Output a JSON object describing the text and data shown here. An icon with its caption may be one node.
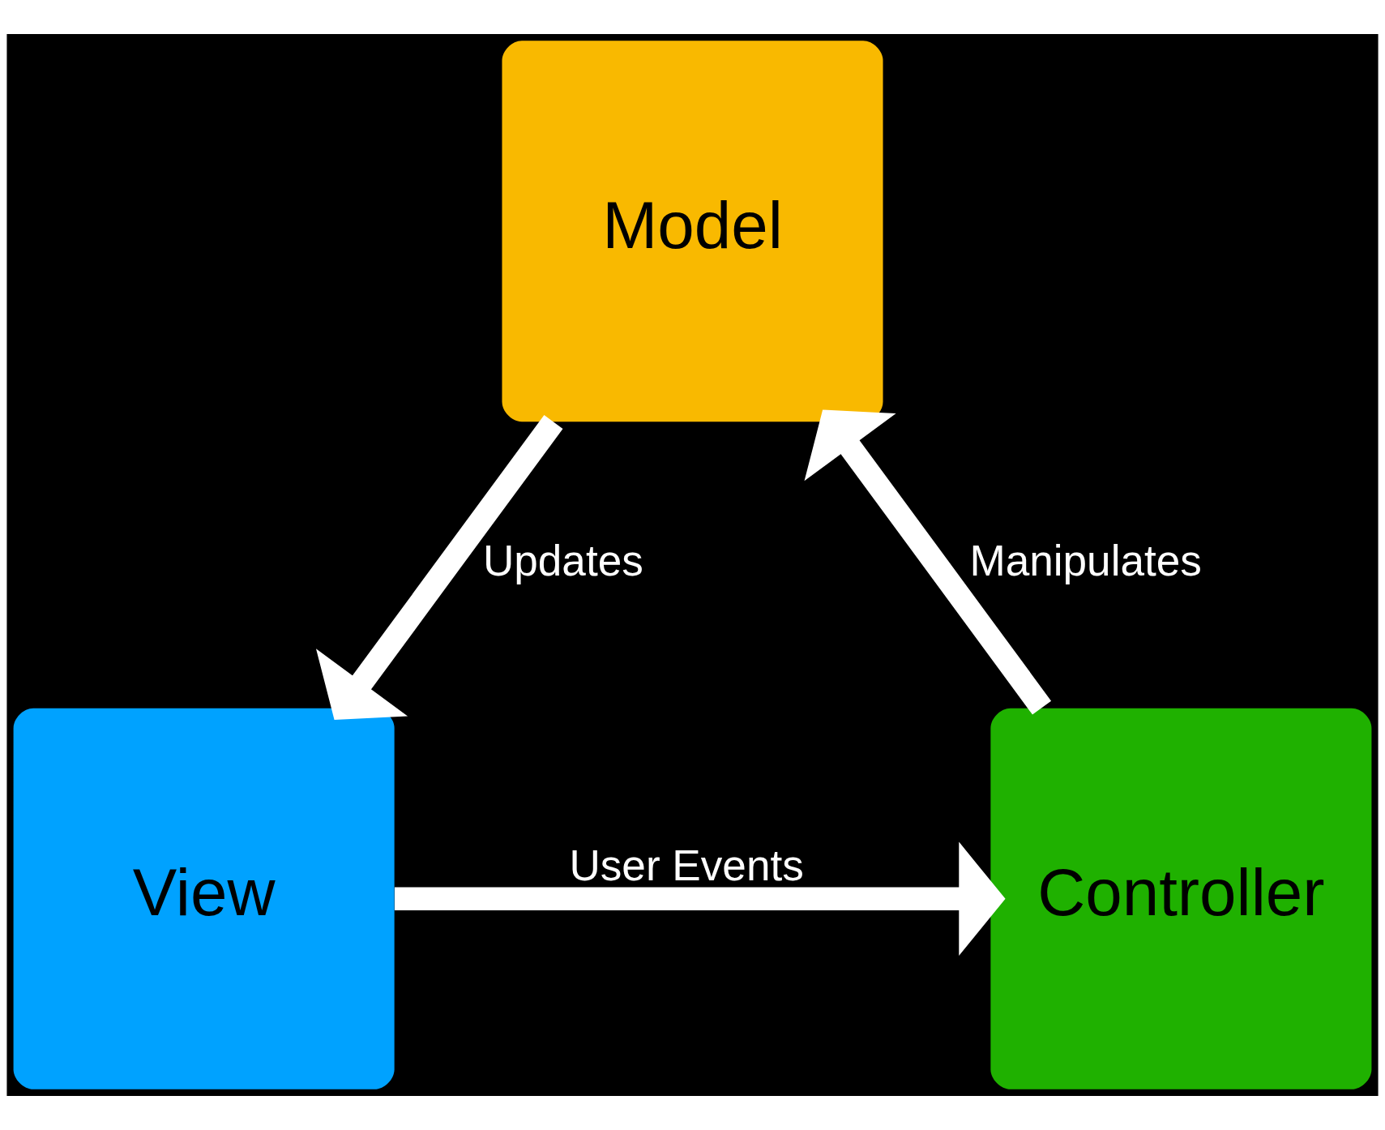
{
  "diagram": {
    "nodes": [
      {
        "text": [
          "Model"
        ]
      },
      {
        "text": [
          "View"
        ]
      },
      {
        "text": [
          "Controller"
        ]
      }
    ],
    "edges": [
      {
        "from": 0,
        "to": 1,
        "arrow": "to",
        "label": "Updates"
      },
      {
        "from": 1,
        "to": 2,
        "arrow": "to",
        "label": "User Events"
      },
      {
        "from": 2,
        "to": 0,
        "arrow": "to",
        "label": "Manipulates"
      }
    ]
  }
}
